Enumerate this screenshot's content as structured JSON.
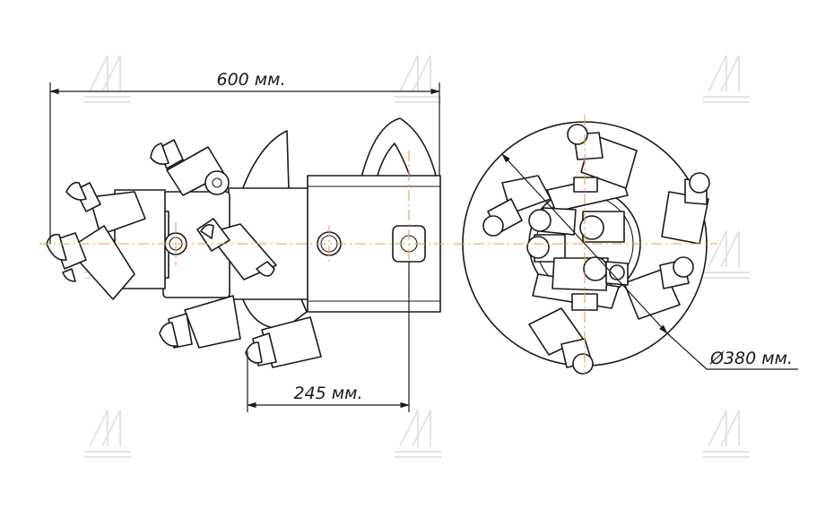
{
  "dimensions": {
    "overall_length": "600 мм.",
    "offset_length": "245 мм.",
    "diameter": "Ø380 мм."
  },
  "colors": {
    "outline": "#1a1a1a",
    "axis": "#f29a48",
    "watermark": "#e3e3e3"
  }
}
